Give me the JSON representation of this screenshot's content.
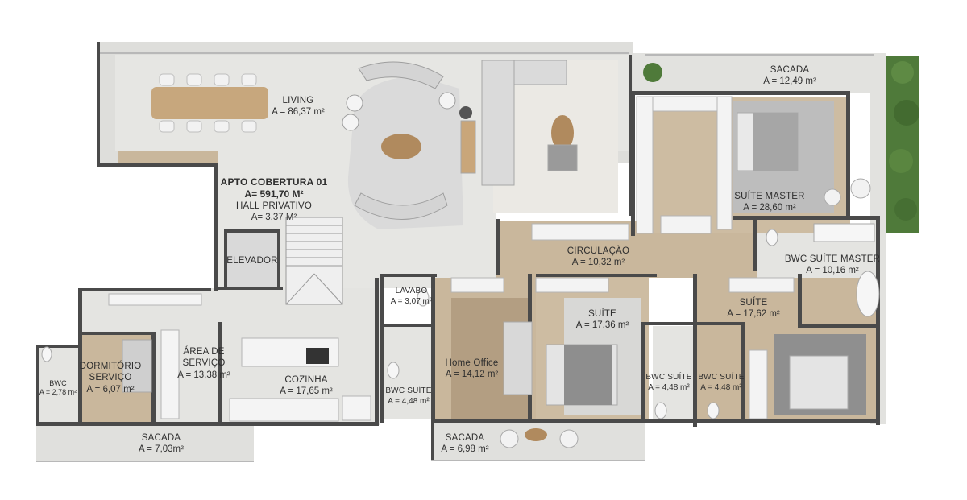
{
  "plan": {
    "title": "APTO COBERTURA 01",
    "total_area": "A= 591,70 M²",
    "rooms": [
      {
        "name": "LIVING",
        "area": "A = 86,37 m²"
      },
      {
        "name": "HALL PRIVATIVO",
        "area": "A= 3,37 M²"
      },
      {
        "name": "ELEVADOR",
        "area": ""
      },
      {
        "name": "SACADA",
        "area": "A = 12,49 m²"
      },
      {
        "name": "SUÍTE MASTER",
        "area": "A = 28,60 m²"
      },
      {
        "name": "CIRCULAÇÃO",
        "area": "A = 10,32 m²"
      },
      {
        "name": "BWC SUÍTE MASTER",
        "area": "A = 10,16 m²"
      },
      {
        "name": "LAVABO",
        "area": "A = 3,07 m²"
      },
      {
        "name": "SUÍTE",
        "area": "A = 17,36 m²"
      },
      {
        "name": "SUÍTE",
        "area": "A = 17,62 m²"
      },
      {
        "name": "Home Office",
        "area": "A = 14,12 m²"
      },
      {
        "name": "ÁREA DE SERVIÇO",
        "area": "A = 13,38 m²"
      },
      {
        "name": "DORMITÓRIO SERVIÇO",
        "area": "A = 6,07 m²"
      },
      {
        "name": "BWC",
        "area": "A = 2,78 m²"
      },
      {
        "name": "COZINHA",
        "area": "A = 17,65 m²"
      },
      {
        "name": "BWC SUÍTE",
        "area": "A = 4,48 m²"
      },
      {
        "name": "BWC SUÍTE",
        "area": "A = 4,48 m²"
      },
      {
        "name": "BWC SUÍTE",
        "area": "A = 4,48 m²"
      },
      {
        "name": "SACADA",
        "area": "A = 7,03m²"
      },
      {
        "name": "SACADA",
        "area": "A = 6,98 m²"
      }
    ]
  },
  "colors": {
    "tile": "#e6e6e3",
    "wood_floor": "#c9b79c",
    "wall": "#4a4a4a",
    "terrace": "#dededb",
    "plants": "#4f7a3a",
    "rug": "#ebe9e4",
    "sofa": "#d4d4d4"
  }
}
